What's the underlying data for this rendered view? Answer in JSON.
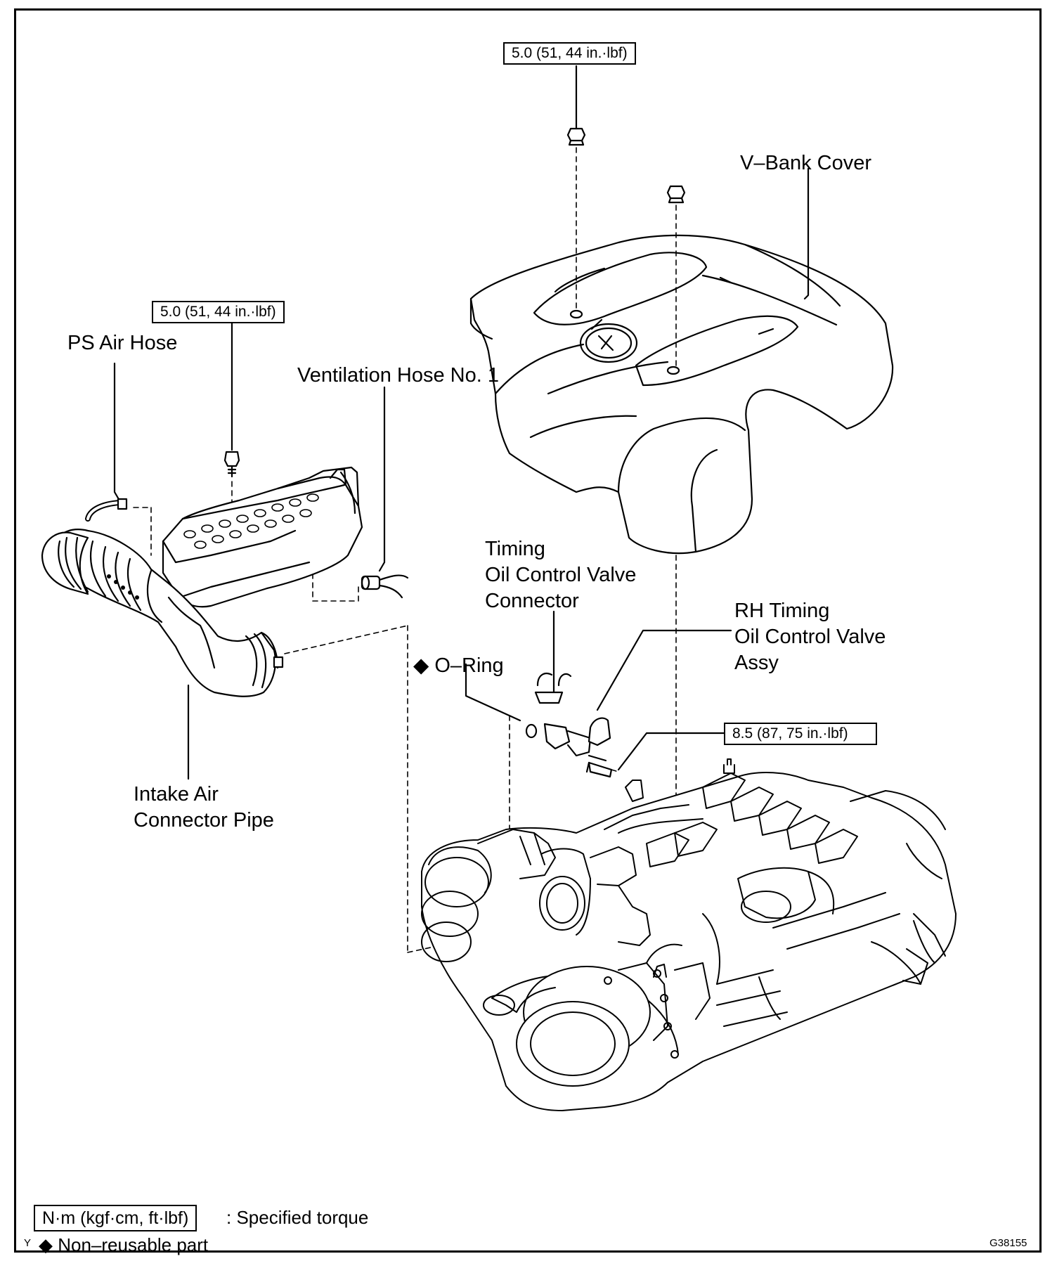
{
  "torque_callouts": {
    "top": "5.0 (51, 44 in.·lbf)",
    "left": "5.0 (51, 44 in.·lbf)",
    "ocv_bolt": "8.5 (87, 75 in.·lbf)"
  },
  "labels": {
    "v_bank_cover": "V–Bank Cover",
    "ps_air_hose": "PS Air Hose",
    "ventilation_hose": "Ventilation Hose No. 1",
    "ocv_connector": [
      "Timing",
      "Oil Control Valve",
      "Connector"
    ],
    "rh_ocv_assy": [
      "RH Timing",
      "Oil Control Valve",
      "Assy"
    ],
    "o_ring": "◆ O–Ring",
    "intake_pipe": [
      "Intake Air",
      "Connector Pipe"
    ]
  },
  "legend": {
    "torque_box": "N·m (kgf·cm, ft·lbf)",
    "torque_text": ": Specified torque",
    "nonreusable_marker": "Y",
    "nonreusable_text": "◆ Non–reusable part"
  },
  "figure_code": "G38155"
}
